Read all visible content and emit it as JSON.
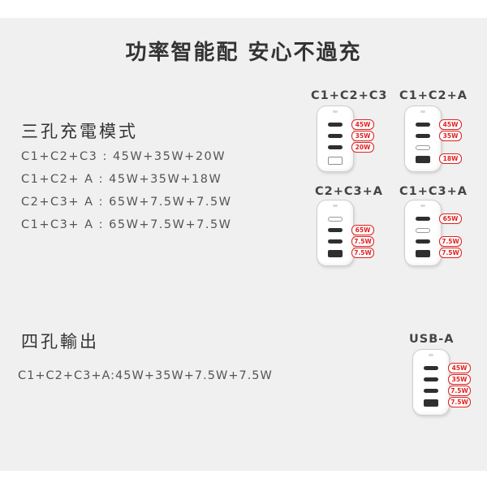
{
  "title": "功率智能配 安心不過充",
  "three_port": {
    "heading": "三孔充電模式",
    "lines": [
      "C1+C2+C3 : 45W+35W+20W",
      "C1+C2+ A : 45W+35W+18W",
      "C2+C3+ A : 65W+7.5W+7.5W",
      "C1+C3+ A : 65W+7.5W+7.5W"
    ]
  },
  "four_port": {
    "heading": "四孔輸出",
    "line": "C1+C2+C3+A:45W+35W+7.5W+7.5W"
  },
  "chargers": [
    {
      "label": "C1+C2+C3",
      "badges": [
        "45W",
        "35W",
        "20W"
      ]
    },
    {
      "label": "C1+C2+A",
      "badges": [
        "45W",
        "35W",
        "18W"
      ]
    },
    {
      "label": "C2+C3+A",
      "badges": [
        "65W",
        "7.5W",
        "7.5W"
      ]
    },
    {
      "label": "C1+C3+A",
      "badges": [
        "65W",
        "7.5W",
        "7.5W"
      ]
    },
    {
      "label": "USB-A",
      "badges": [
        "45W",
        "35W",
        "7.5W",
        "7.5W"
      ]
    }
  ],
  "colors": {
    "background": "#f0f0f0",
    "badge": "#e02020",
    "text": "#3a3a3a"
  }
}
